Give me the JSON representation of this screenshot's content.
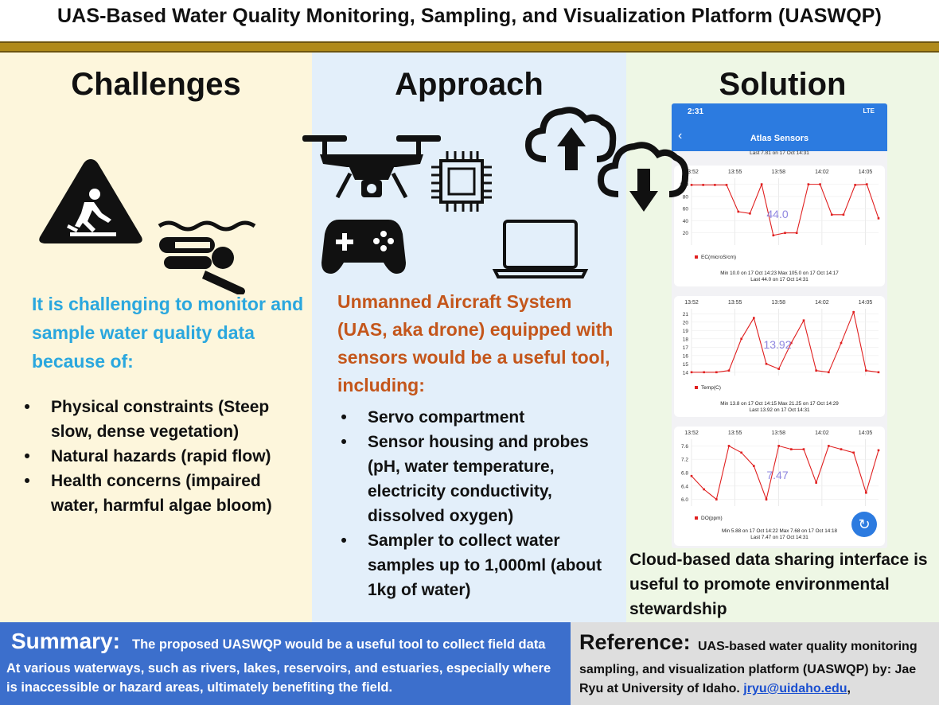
{
  "title": "UAS-Based Water Quality Monitoring, Sampling, and Visualization Platform (UASWQP)",
  "challenges": {
    "heading": "Challenges",
    "intro": "It is challenging to monitor and sample water quality data because of:",
    "items": [
      "Physical constraints (Steep slow, dense vegetation)",
      "Natural hazards (rapid flow)",
      "Health concerns (impaired water, harmful algae bloom)"
    ],
    "icons": [
      "slip-hazard-sign-icon",
      "drowning-swimmer-icon"
    ]
  },
  "approach": {
    "heading": "Approach",
    "intro": "Unmanned Aircraft System (UAS, aka drone) equipped with sensors would be a useful tool, including:",
    "items": [
      "Servo compartment",
      "Sensor housing and probes (pH, water temperature, electricity conductivity, dissolved oxygen)",
      "Sampler to collect water samples up to 1,000ml (about 1kg of water)"
    ],
    "icons": [
      "drone-icon",
      "game-controller-icon",
      "microchip-icon",
      "laptop-icon",
      "cloud-upload-icon"
    ]
  },
  "solution": {
    "heading": "Solution",
    "caption": "Cloud-based data sharing interface is useful to promote environmental stewardship",
    "icons": [
      "cloud-download-icon"
    ],
    "phone": {
      "time": "2:31",
      "status": "LTE",
      "title": "Atlas Sensors",
      "last_top": "Last 7.81 on 17 Oct 14:31",
      "x_ticks": [
        "13:52",
        "13:55",
        "13:58",
        "14:02",
        "14:05"
      ],
      "sync_icon": "refresh-icon"
    }
  },
  "chart_data": [
    {
      "type": "line",
      "series": [
        {
          "name": "EC(microS/cm)",
          "color": "#e02020",
          "x": [
            "13:52",
            "13:53",
            "13:54",
            "13:55",
            "13:56",
            "13:57",
            "13:57",
            "13:58",
            "13:59",
            "14:00",
            "14:01",
            "14:02",
            "14:03",
            "14:04",
            "14:05",
            "14:06",
            "14:07"
          ],
          "values": [
            99,
            99,
            99,
            99,
            55,
            52,
            100,
            16,
            20,
            20,
            100,
            100,
            50,
            50,
            99,
            100,
            44
          ]
        }
      ],
      "x_ticks": [
        "13:52",
        "13:55",
        "13:58",
        "14:02",
        "14:05"
      ],
      "y_ticks": [
        "100",
        "80",
        "60",
        "40",
        "20"
      ],
      "ylim": [
        0,
        110
      ],
      "current_value": "44.0",
      "stats": "Min 10.0 on 17 Oct 14:23        Max 105.0 on 17 Oct 14:17",
      "last": "Last 44.0 on 17 Oct 14:31"
    },
    {
      "type": "line",
      "series": [
        {
          "name": "Temp(C)",
          "color": "#e02020",
          "x": [
            "13:52",
            "13:53",
            "13:54",
            "13:55",
            "13:56",
            "13:57",
            "13:58",
            "13:59",
            "14:00",
            "14:01",
            "14:02",
            "14:03",
            "14:04",
            "14:05",
            "14:06",
            "14:07"
          ],
          "values": [
            14,
            14,
            14,
            14.2,
            18,
            20.5,
            15,
            14.4,
            17.5,
            20.2,
            14.2,
            14,
            17.5,
            21.2,
            14.2,
            14
          ]
        }
      ],
      "x_ticks": [
        "13:52",
        "13:55",
        "13:58",
        "14:02",
        "14:05"
      ],
      "y_ticks": [
        "21",
        "20",
        "19",
        "18",
        "17",
        "16",
        "15",
        "14"
      ],
      "ylim": [
        13.6,
        21.6
      ],
      "current_value": "13.92",
      "stats": "Min 13.8 on 17 Oct 14:15        Max 21.25 on 17 Oct 14:29",
      "last": "Last 13.92 on 17 Oct 14:31"
    },
    {
      "type": "line",
      "series": [
        {
          "name": "DO(ppm)",
          "color": "#e02020",
          "x": [
            "13:52",
            "13:53",
            "13:54",
            "13:55",
            "13:56",
            "13:57",
            "13:58",
            "13:59",
            "14:00",
            "14:01",
            "14:02",
            "14:03",
            "14:04",
            "14:05",
            "14:06",
            "14:07"
          ],
          "values": [
            6.7,
            6.3,
            6.0,
            7.6,
            7.4,
            7.0,
            6.0,
            7.6,
            7.5,
            7.5,
            6.5,
            7.6,
            7.5,
            7.4,
            6.2,
            7.47
          ]
        }
      ],
      "x_ticks": [
        "13:52",
        "13:55",
        "13:58",
        "14:02",
        "14:05"
      ],
      "y_ticks": [
        "7.6",
        "7.2",
        "6.8",
        "6.4",
        "6.0"
      ],
      "ylim": [
        5.8,
        7.8
      ],
      "current_value": "7.47",
      "stats": "Min 5.88 on 17 Oct 14:22        Max 7.68 on 17 Oct 14:18",
      "last": "Last 7.47 on 17 Oct 14:31"
    }
  ],
  "summary": {
    "label": "Summary:",
    "first_line": "The proposed UASWQP would be a useful tool to collect field data",
    "rest": "At various waterways, such as rivers, lakes, reservoirs, and estuaries, especially where is inaccessible or hazard areas, ultimately benefiting the field."
  },
  "reference": {
    "label": "Reference:",
    "first_line": "UAS-based water quality monitoring",
    "rest": "sampling, and visualization platform (UASWQP) by: Jae Ryu at University of Idaho.",
    "email": "jryu@uidaho.edu",
    "trailing": ","
  },
  "colors": {
    "title_rule": "#b08a1a",
    "challenges_bg": "#fdf6dc",
    "approach_bg": "#e3effa",
    "solution_bg": "#eef7e5",
    "challenges_accent": "#2aa7de",
    "approach_accent": "#c4561b",
    "summary_bg": "#3c6fcc",
    "reference_bg": "#dedede",
    "phone_header": "#2c7be0",
    "series": "#e02020"
  }
}
